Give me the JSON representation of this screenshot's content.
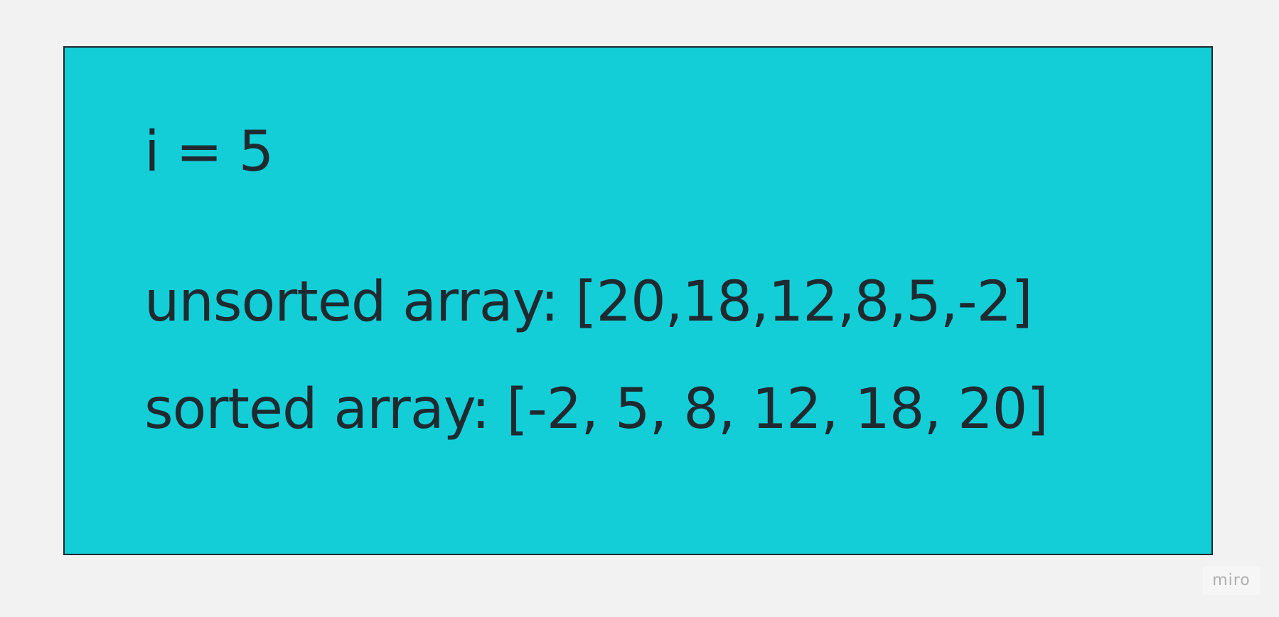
{
  "card": {
    "background_color": "#13ced6",
    "border_color": "#1f2a30",
    "lines": {
      "i_value": "i = 5",
      "unsorted": "unsorted array: [20,18,12,8,5,-2]",
      "sorted": "sorted array: [-2, 5, 8, 12, 18, 20]"
    }
  },
  "watermark": {
    "text": "miro"
  }
}
